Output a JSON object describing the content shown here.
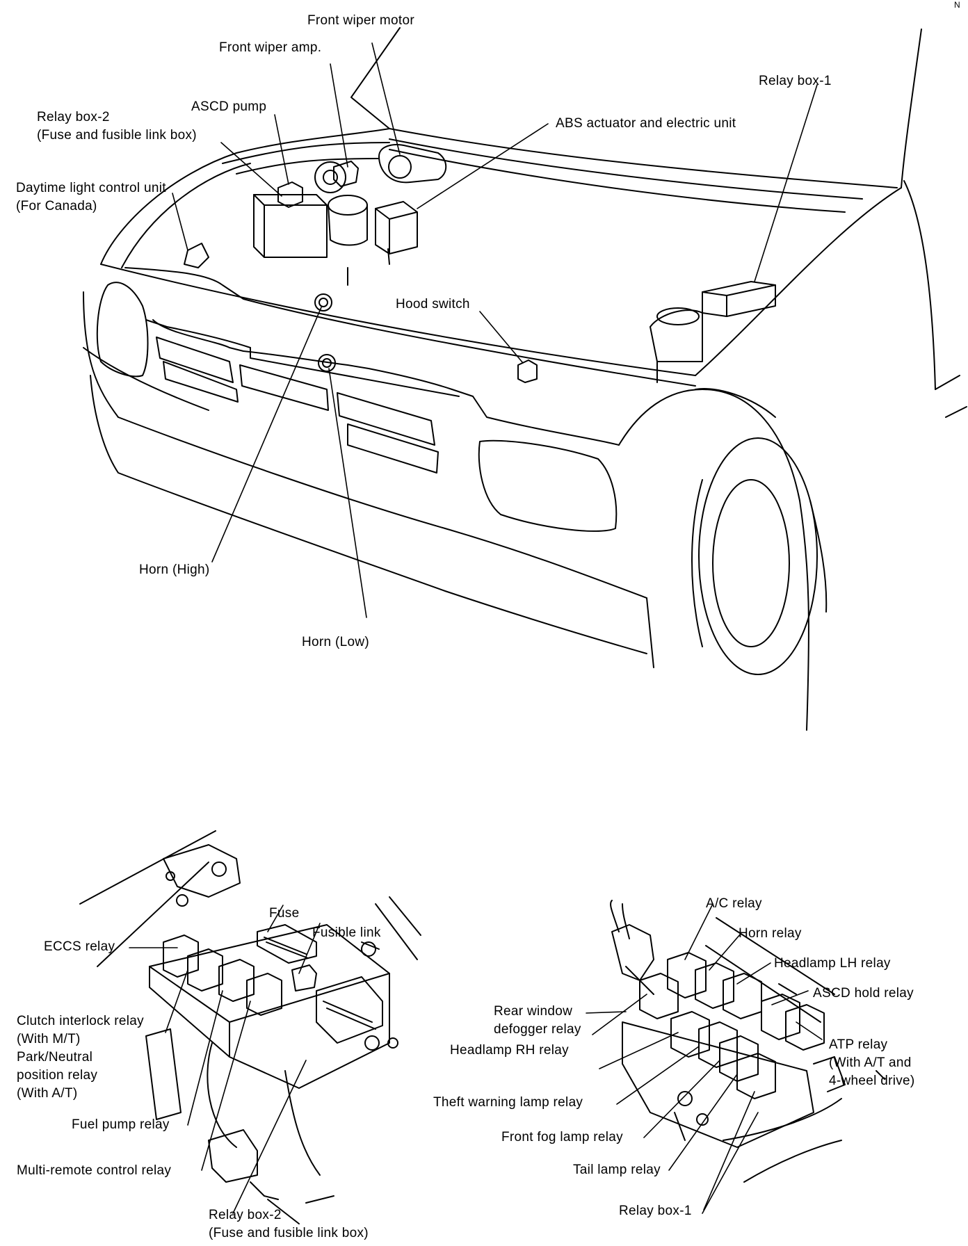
{
  "diagram": {
    "corner_mark": "N",
    "top_view_labels": {
      "front_wiper_motor": "Front wiper motor",
      "front_wiper_amp": "Front wiper amp.",
      "relay_box_1": "Relay box-1",
      "abs_actuator": "ABS actuator and electric unit",
      "relay_box_2_line1": "Relay box-2",
      "relay_box_2_line2": "(Fuse and fusible link box)",
      "ascd_pump": "ASCD pump",
      "daytime_light_line1": "Daytime light control unit",
      "daytime_light_line2": "(For Canada)",
      "hood_switch": "Hood switch",
      "horn_high": "Horn (High)",
      "horn_low": "Horn (Low)"
    },
    "relay_box_2_detail": {
      "fuse": "Fuse",
      "fusible_link": "Fusible link",
      "eccs_relay": "ECCS relay",
      "clutch_block": "Clutch interlock relay\n(With M/T)\nPark/Neutral\nposition relay\n(With A/T)",
      "fuel_pump_relay": "Fuel pump relay",
      "multi_remote": "Multi-remote control relay",
      "box_line1": "Relay box-2",
      "box_line2": "(Fuse and fusible link box)"
    },
    "relay_box_1_detail": {
      "ac_relay": "A/C relay",
      "horn_relay": "Horn relay",
      "headlamp_lh": "Headlamp LH relay",
      "ascd_hold": "ASCD hold relay",
      "rear_window_line1": "Rear window",
      "rear_window_line2": "defogger relay",
      "headlamp_rh": "Headlamp RH relay",
      "atp_block": "ATP relay\n(With A/T and\n4-wheel drive)",
      "theft_warning": "Theft warning lamp relay",
      "front_fog": "Front fog lamp relay",
      "tail_lamp": "Tail lamp relay",
      "box": "Relay box-1"
    }
  }
}
